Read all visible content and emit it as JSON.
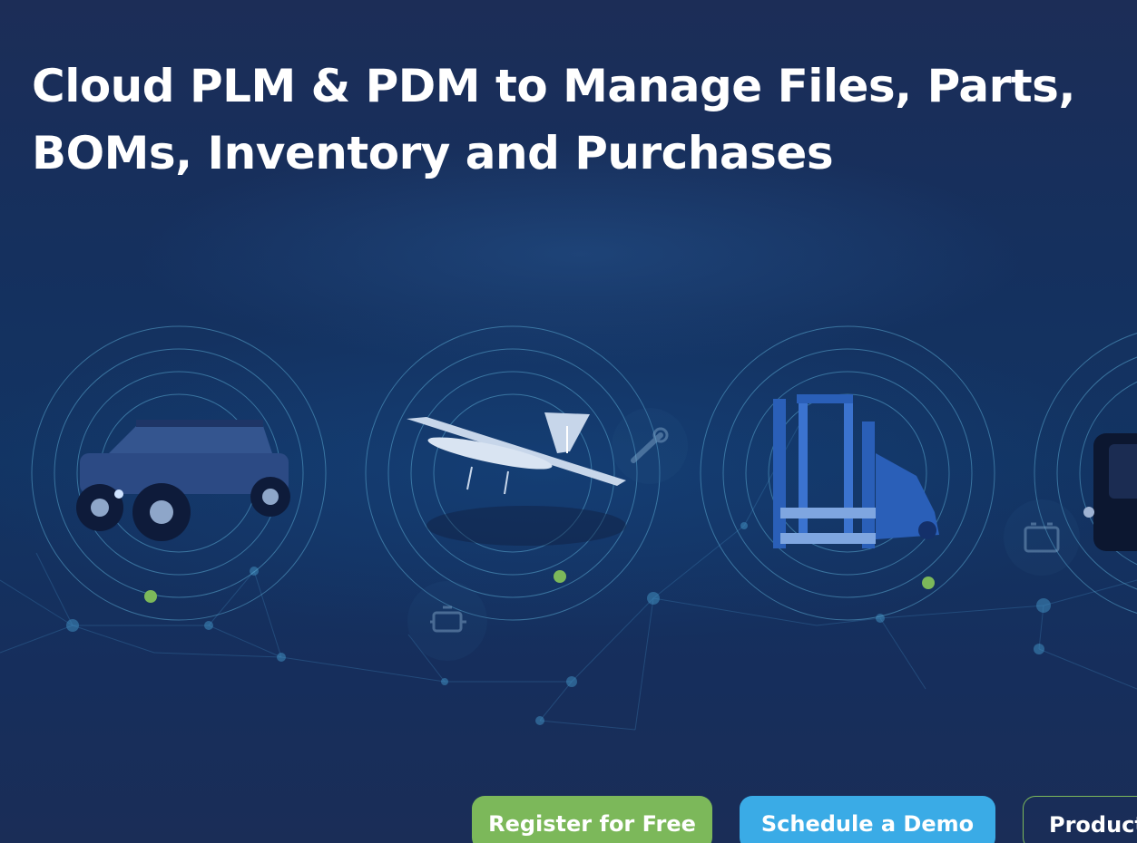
{
  "hero": {
    "title_line1": "Cloud PLM & PDM to Manage Files, Parts,",
    "title_line2": "BOMs, Inventory and Purchases"
  },
  "products": [
    {
      "name": "utility-vehicle",
      "icon": "utv-icon"
    },
    {
      "name": "fixed-wing-drone",
      "icon": "drone-icon"
    },
    {
      "name": "forklift-machine",
      "icon": "forklift-icon"
    },
    {
      "name": "device",
      "icon": "device-icon"
    }
  ],
  "floating_icons": [
    "screw-icon",
    "engine-icon",
    "battery-icon"
  ],
  "buttons": {
    "register": "Register for Free",
    "demo": "Schedule a Demo",
    "product": "Product Tour"
  },
  "colors": {
    "background": "#1b2d57",
    "accent_green": "#7cb85a",
    "accent_blue": "#3aabe6",
    "ring": "#4a9fc8"
  }
}
